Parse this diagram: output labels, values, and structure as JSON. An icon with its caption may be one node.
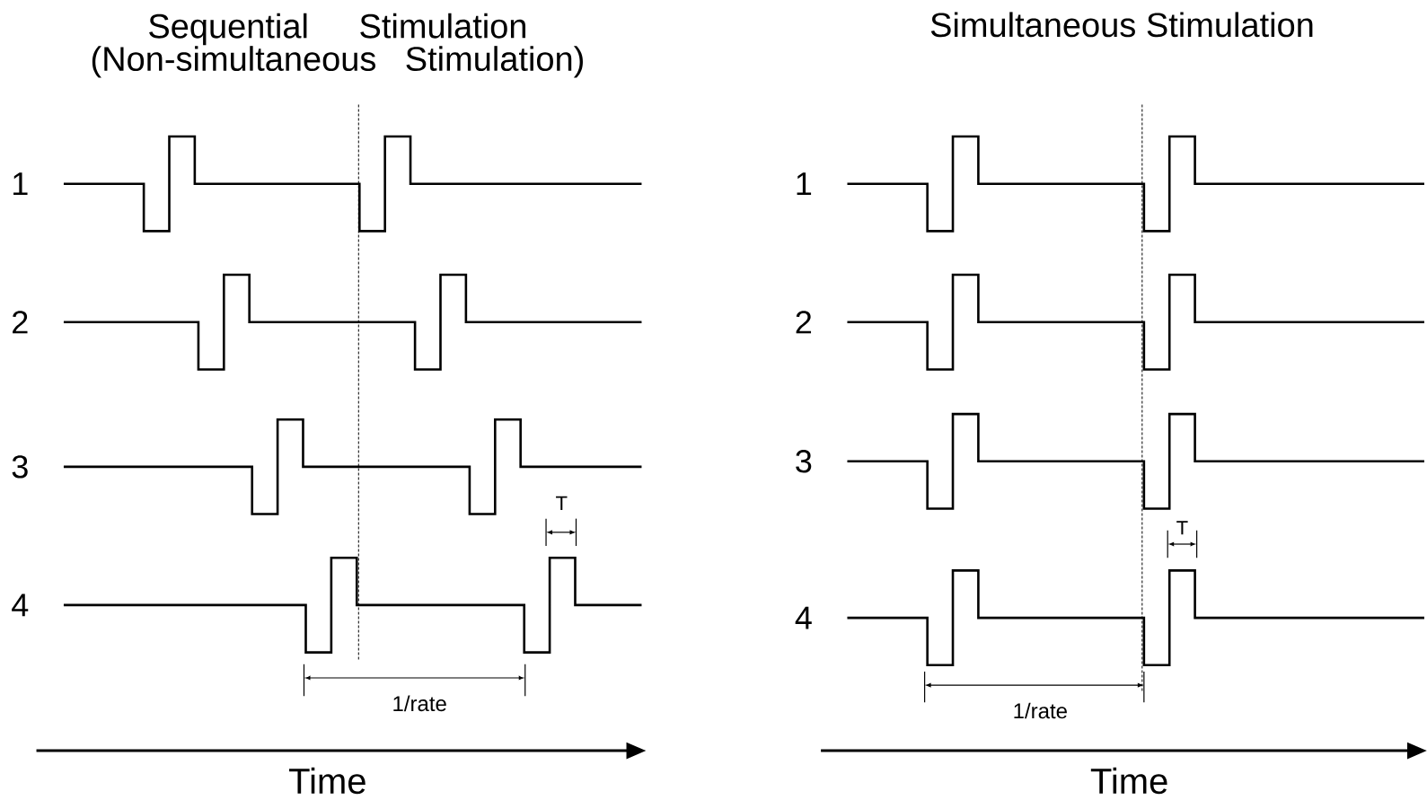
{
  "diagram": {
    "labels": [
      "Sequential Stimulation (Non-simultaneous Stimulation)",
      "Simultaneous Stimulation",
      "1",
      "2",
      "3",
      "4",
      "T",
      "1/rate",
      "Time",
      "1",
      "2",
      "3",
      "4",
      "T",
      "1/rate",
      "Time"
    ]
  }
}
